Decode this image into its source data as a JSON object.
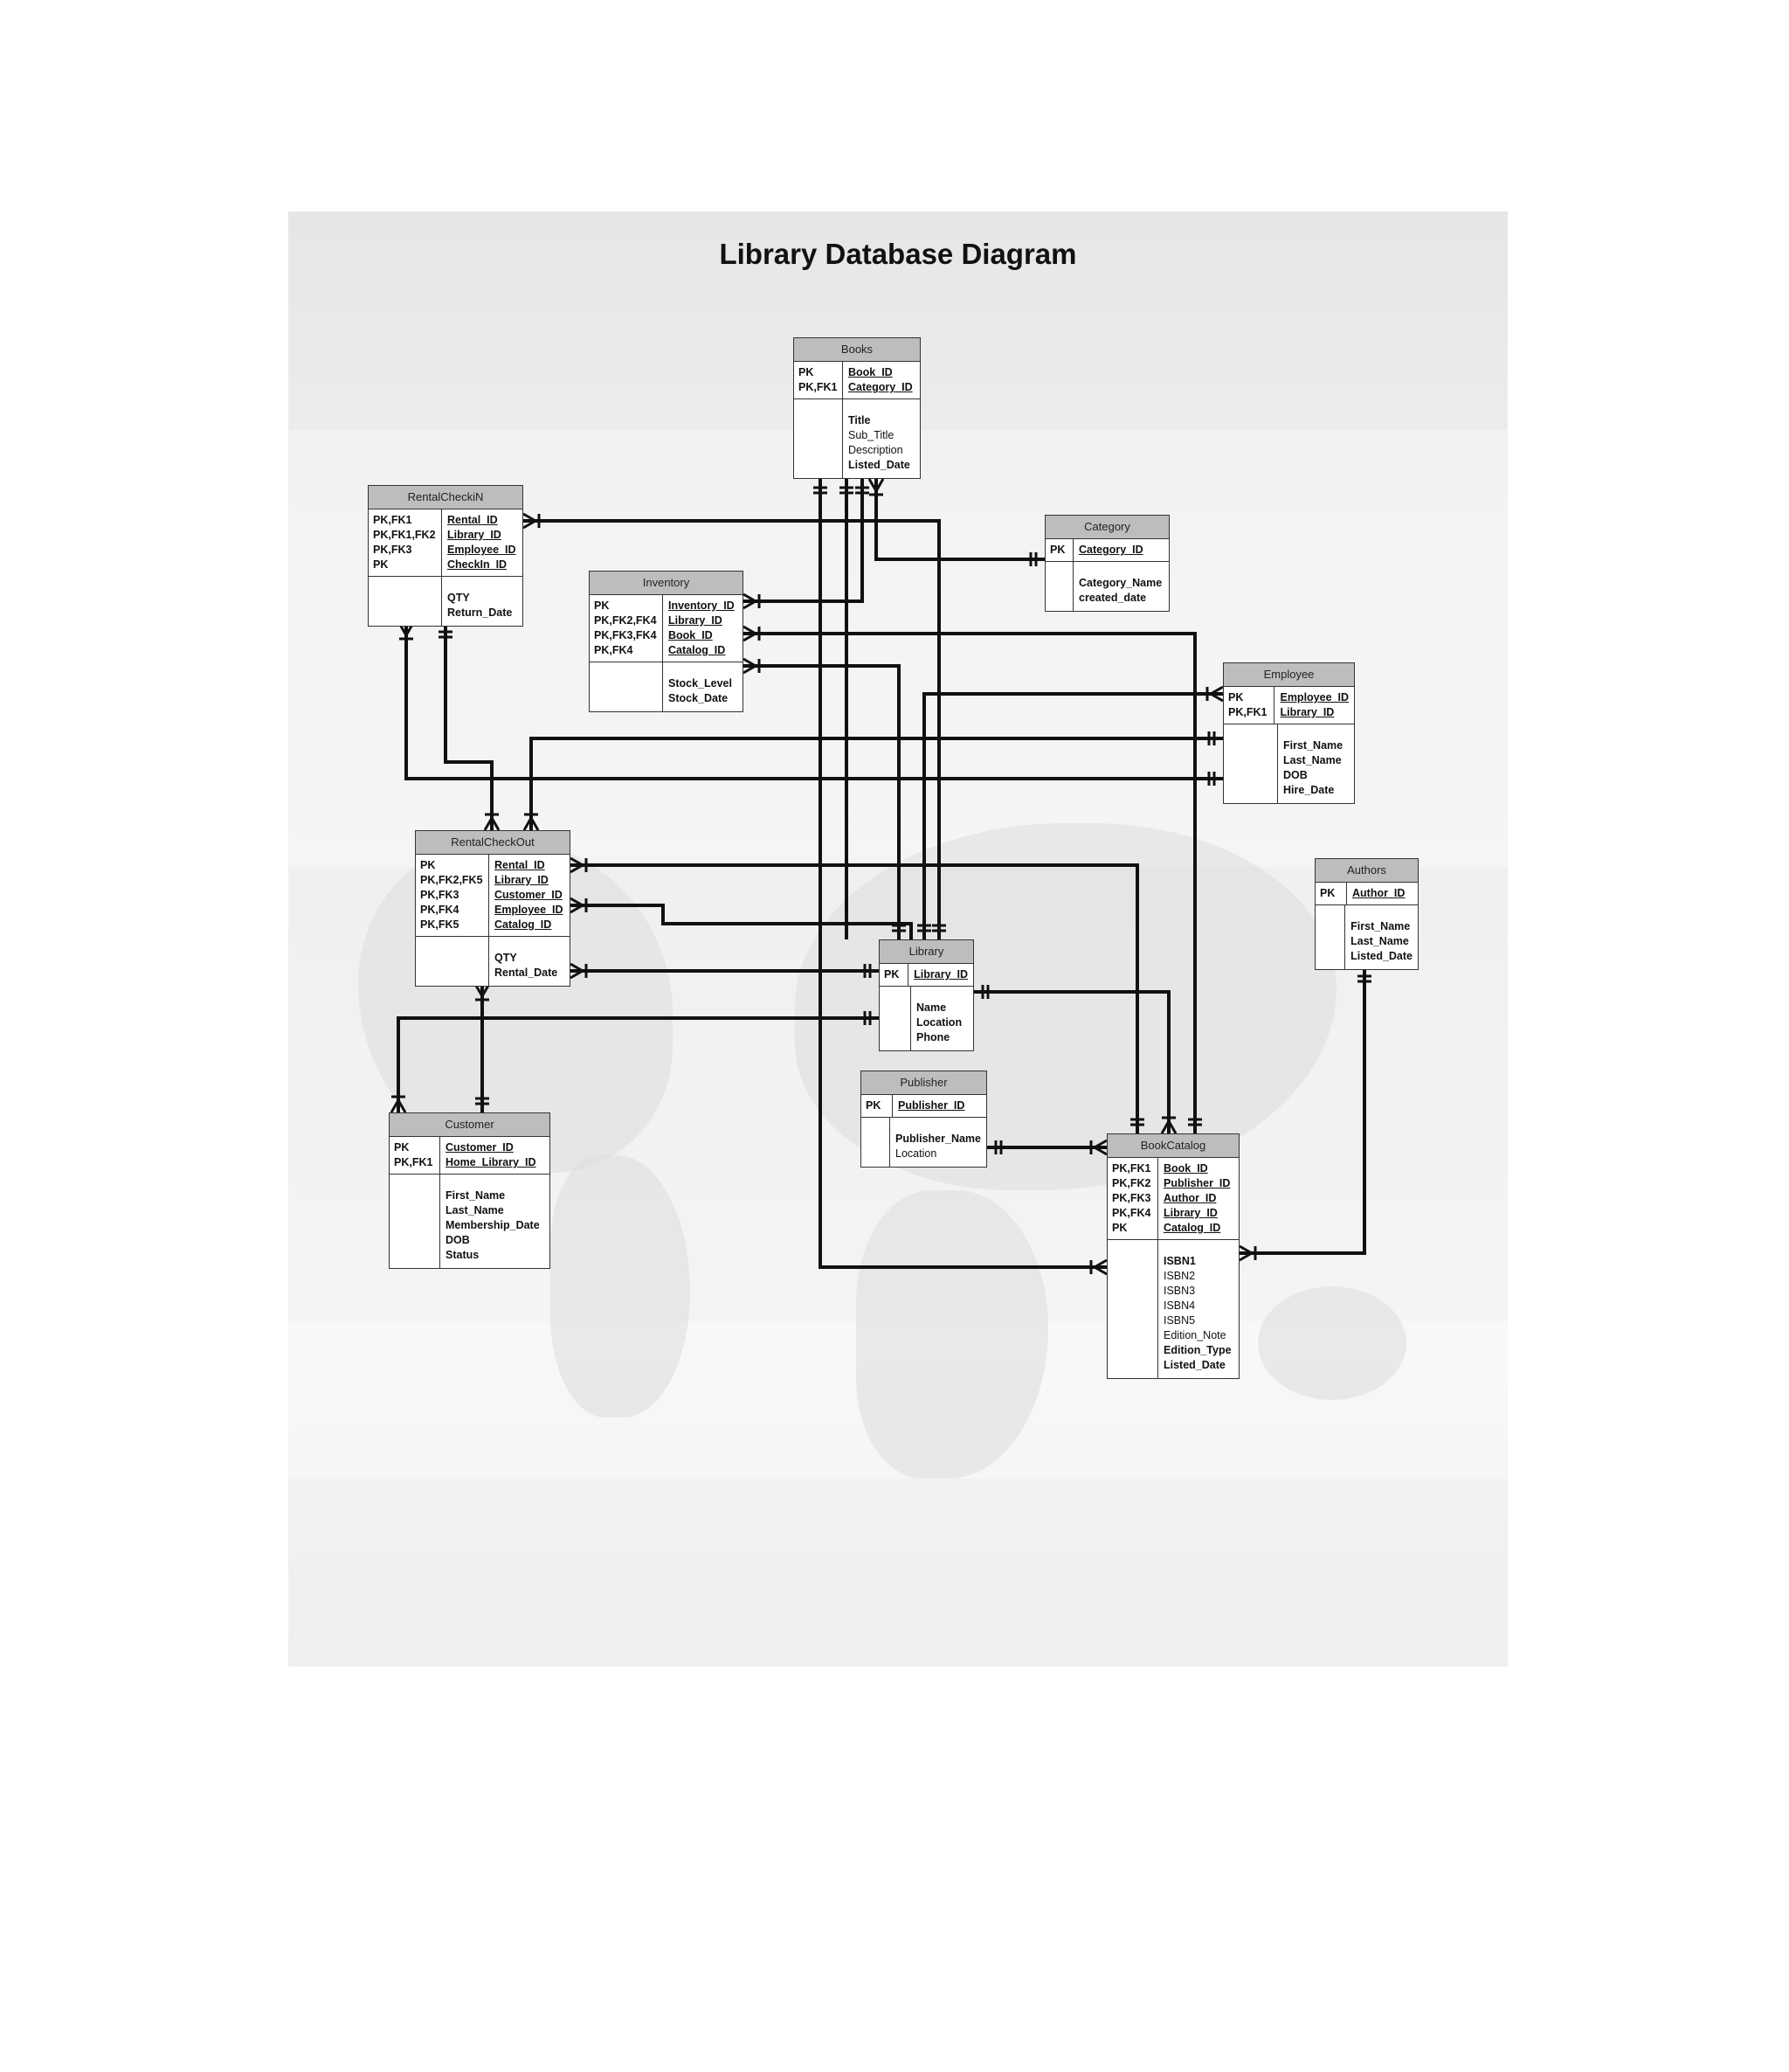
{
  "title": "Library Database Diagram",
  "entities": {
    "books": {
      "name": "Books",
      "key_labels": [
        "PK",
        "PK,FK1"
      ],
      "keys": [
        "Book_ID",
        "Category_ID"
      ],
      "attrs": [
        "Title",
        "Sub_Title",
        "Description",
        "Listed_Date"
      ]
    },
    "rentalcheckin": {
      "name": "RentalCheckiN",
      "key_labels": [
        "PK,FK1",
        "PK,FK1,FK2",
        "PK,FK3",
        "PK"
      ],
      "keys": [
        "Rental_ID",
        "Library_ID",
        "Employee_ID",
        "CheckIn_ID"
      ],
      "attrs": [
        "QTY",
        "Return_Date"
      ]
    },
    "category": {
      "name": "Category",
      "key_labels": [
        "PK"
      ],
      "keys": [
        "Category_ID"
      ],
      "attrs": [
        "Category_Name",
        "created_date"
      ]
    },
    "inventory": {
      "name": "Inventory",
      "key_labels": [
        "PK",
        "PK,FK2,FK4",
        "PK,FK3,FK4",
        "PK,FK4"
      ],
      "keys": [
        "Inventory_ID",
        "Library_ID",
        "Book_ID",
        "Catalog_ID"
      ],
      "attrs": [
        "Stock_Level",
        "Stock_Date"
      ]
    },
    "employee": {
      "name": "Employee",
      "key_labels": [
        "PK",
        "PK,FK1"
      ],
      "keys": [
        "Employee_ID",
        "Library_ID"
      ],
      "attrs": [
        "First_Name",
        "Last_Name",
        "DOB",
        "Hire_Date"
      ]
    },
    "rentalcheckout": {
      "name": "RentalCheckOut",
      "key_labels": [
        "PK",
        "PK,FK2,FK5",
        "PK,FK3",
        "PK,FK4",
        "PK,FK5"
      ],
      "keys": [
        "Rental_ID",
        "Library_ID",
        "Customer_ID",
        "Employee_ID",
        "Catalog_ID"
      ],
      "attrs": [
        "QTY",
        "Rental_Date"
      ]
    },
    "authors": {
      "name": "Authors",
      "key_labels": [
        "PK"
      ],
      "keys": [
        "Author_ID"
      ],
      "attrs": [
        "First_Name",
        "Last_Name",
        "Listed_Date"
      ]
    },
    "library": {
      "name": "Library",
      "key_labels": [
        "PK"
      ],
      "keys": [
        "Library_ID"
      ],
      "attrs": [
        "Name",
        "Location",
        "Phone"
      ]
    },
    "publisher": {
      "name": "Publisher",
      "key_labels": [
        "PK"
      ],
      "keys": [
        "Publisher_ID"
      ],
      "attrs": [
        "Publisher_Name",
        "Location"
      ]
    },
    "customer": {
      "name": "Customer",
      "key_labels": [
        "PK",
        "PK,FK1"
      ],
      "keys": [
        "Customer_ID",
        "Home_Library_ID"
      ],
      "attrs": [
        "First_Name",
        "Last_Name",
        "Membership_Date",
        "DOB",
        "Status"
      ]
    },
    "bookcatalog": {
      "name": "BookCatalog",
      "key_labels": [
        "PK,FK1",
        "PK,FK2",
        "PK,FK3",
        "PK,FK4",
        "PK"
      ],
      "keys": [
        "Book_ID",
        "Publisher_ID",
        "Author_ID",
        "Library_ID",
        "Catalog_ID"
      ],
      "attrs": [
        "ISBN1",
        "ISBN2",
        "ISBN3",
        "ISBN4",
        "ISBN5",
        "Edition_Note",
        "Edition_Type",
        "Listed_Date"
      ]
    }
  }
}
